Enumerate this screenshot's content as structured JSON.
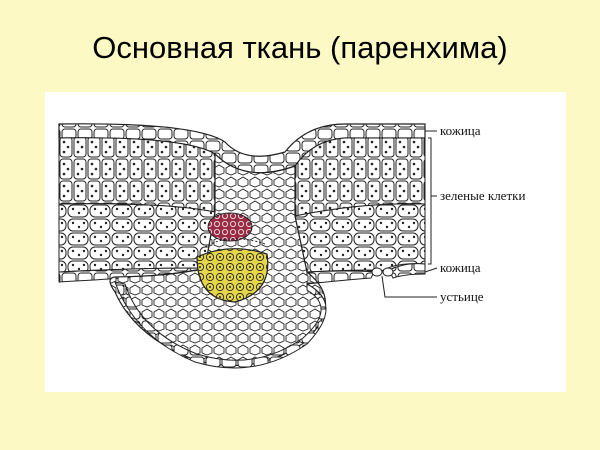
{
  "slide": {
    "title": "Основная ткань (паренхима)"
  },
  "diagram": {
    "labels": [
      {
        "id": "upper-epidermis",
        "text": "кожица"
      },
      {
        "id": "green-cells",
        "text": "зеленые клетки"
      },
      {
        "id": "lower-epidermis",
        "text": "кожица"
      },
      {
        "id": "stoma",
        "text": "устьице"
      }
    ]
  },
  "colors": {
    "background": "#fdf9c4",
    "xylem": "#9b2b45",
    "phloem": "#e6d64a",
    "outline": "#222222"
  }
}
